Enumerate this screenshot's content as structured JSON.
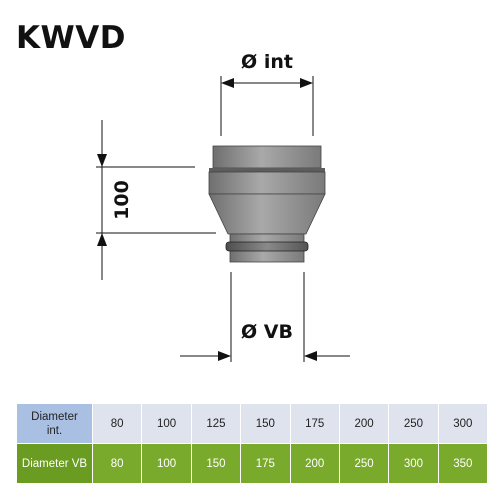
{
  "title": "KWVD",
  "dimensions": {
    "top_diameter": "Ø int",
    "height": "100",
    "bottom_diameter": "Ø VB"
  },
  "table": {
    "row_int": {
      "label_line1": "Diameter",
      "label_line2": "int.",
      "values": [
        "80",
        "100",
        "125",
        "150",
        "175",
        "200",
        "250",
        "300"
      ]
    },
    "row_vb": {
      "label": "Diameter VB",
      "values": [
        "80",
        "100",
        "150",
        "175",
        "200",
        "250",
        "300",
        "350"
      ]
    }
  },
  "colors": {
    "row_int_label": "#a9c0e3",
    "row_int_cells": "#dfe3ed",
    "row_vb_label": "#6a9c22",
    "row_vb_cells": "#79aa2b"
  }
}
